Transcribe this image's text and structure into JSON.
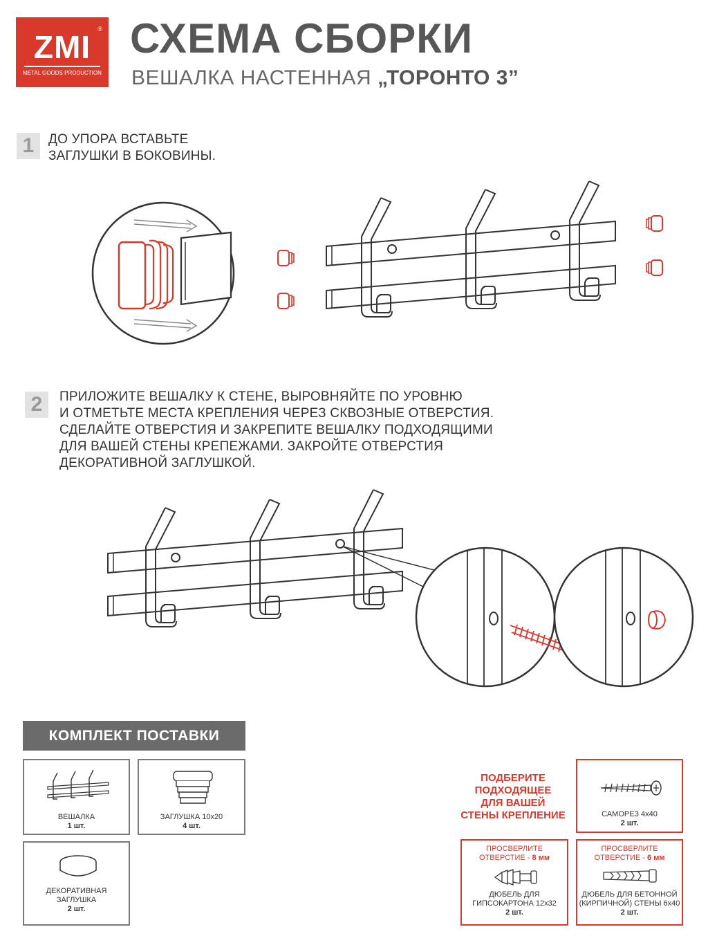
{
  "header": {
    "logo_text": "ZMI",
    "logo_reg": "®",
    "logo_sub": "METAL GOODS PRODUCTION",
    "title": "СХЕМА СБОРКИ",
    "subtitle_prefix": "ВЕШАЛКА НАСТЕННАЯ ",
    "subtitle_name": "„ТОРОНТО 3”"
  },
  "steps": [
    {
      "number": "1",
      "text": "ДО УПОРА ВСТАВЬТЕ\nЗАГЛУШКИ В БОКОВИНЫ."
    },
    {
      "number": "2",
      "text": "ПРИЛОЖИТЕ ВЕШАЛКУ К СТЕНЕ, ВЫРОВНЯЙТЕ ПО УРОВНЮ\nИ ОТМЕТЬТЕ МЕСТА КРЕПЛЕНИЯ ЧЕРЕЗ СКВОЗНЫЕ ОТВЕРСТИЯ.\nСДЕЛАЙТЕ ОТВЕРСТИЯ И ЗАКРЕПИТЕ ВЕШАЛКУ ПОДХОДЯЩИМИ\nДЛЯ ВАШЕЙ СТЕНЫ КРЕПЕЖАМИ. ЗАКРОЙТЕ ОТВЕРСТИЯ\nДЕКОРАТИВНОЙ ЗАГЛУШКОЙ."
    }
  ],
  "kit": {
    "title": "КОМПЛЕКТ ПОСТАВКИ",
    "items": [
      {
        "name": "ВЕШАЛКА",
        "qty": "1 шт."
      },
      {
        "name": "ЗАГЛУШКА 10х20",
        "qty": "4 шт."
      },
      {
        "name_line1": "ДЕКОРАТИВНАЯ",
        "name_line2": "ЗАГЛУШКА",
        "qty": "2 шт."
      }
    ]
  },
  "fasteners": {
    "note": "ПОДБЕРИТЕ\nПОДХОДЯЩЕЕ\nДЛЯ ВАШЕЙ\nСТЕНЫ КРЕПЛЕНИЕ",
    "screw": {
      "name": "САМОРЕЗ 4х40",
      "qty": "2 шт."
    },
    "drywall": {
      "drill_line1": "ПРОСВЕРЛИТЕ",
      "drill_line2": "ОТВЕРСТИЕ - ",
      "drill_size": "8 мм",
      "name_line1": "ДЮБЕЛЬ ДЛЯ",
      "name_line2": "ГИПСОКАРТОНА 12х32",
      "qty": "2 шт."
    },
    "concrete": {
      "drill_line1": "ПРОСВЕРЛИТЕ",
      "drill_line2": "ОТВЕРСТИЕ - ",
      "drill_size": "6 мм",
      "name_line1": "ДЮБЕЛЬ ДЛЯ БЕТОННОЙ",
      "name_line2": "(КИРПИЧНОЙ) СТЕНЫ 6х40",
      "qty": "2 шт."
    }
  },
  "colors": {
    "brand_red": "#d8392b",
    "title_gray": "#575757",
    "kit_header": "#6b6b6b",
    "line": "#333333"
  }
}
